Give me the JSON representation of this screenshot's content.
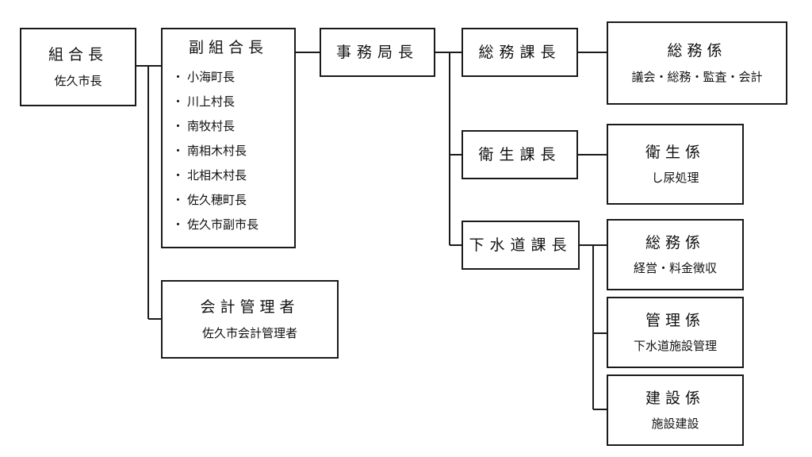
{
  "org_chart": {
    "union_head": {
      "title": "組合長",
      "holder": "佐久市長"
    },
    "vice_head": {
      "title": "副組合長",
      "members": [
        "小海町長",
        "川上村長",
        "南牧村長",
        "南相木村長",
        "北相木村長",
        "佐久穂町長",
        "佐久市副市長"
      ]
    },
    "accounting_manager": {
      "title": "会計管理者",
      "holder": "佐久市会計管理者"
    },
    "bureau_chief": {
      "title": "事務局長"
    },
    "sections": [
      {
        "title": "総務課長",
        "units": [
          {
            "title": "総務係",
            "duties": "議会・総務・監査・会計"
          }
        ]
      },
      {
        "title": "衛生課長",
        "units": [
          {
            "title": "衛生係",
            "duties": "し尿処理"
          }
        ]
      },
      {
        "title": "下水道課長",
        "units": [
          {
            "title": "総務係",
            "duties": "経営・料金徴収"
          },
          {
            "title": "管理係",
            "duties": "下水道施設管理"
          },
          {
            "title": "建設係",
            "duties": "施設建設"
          }
        ]
      }
    ]
  }
}
